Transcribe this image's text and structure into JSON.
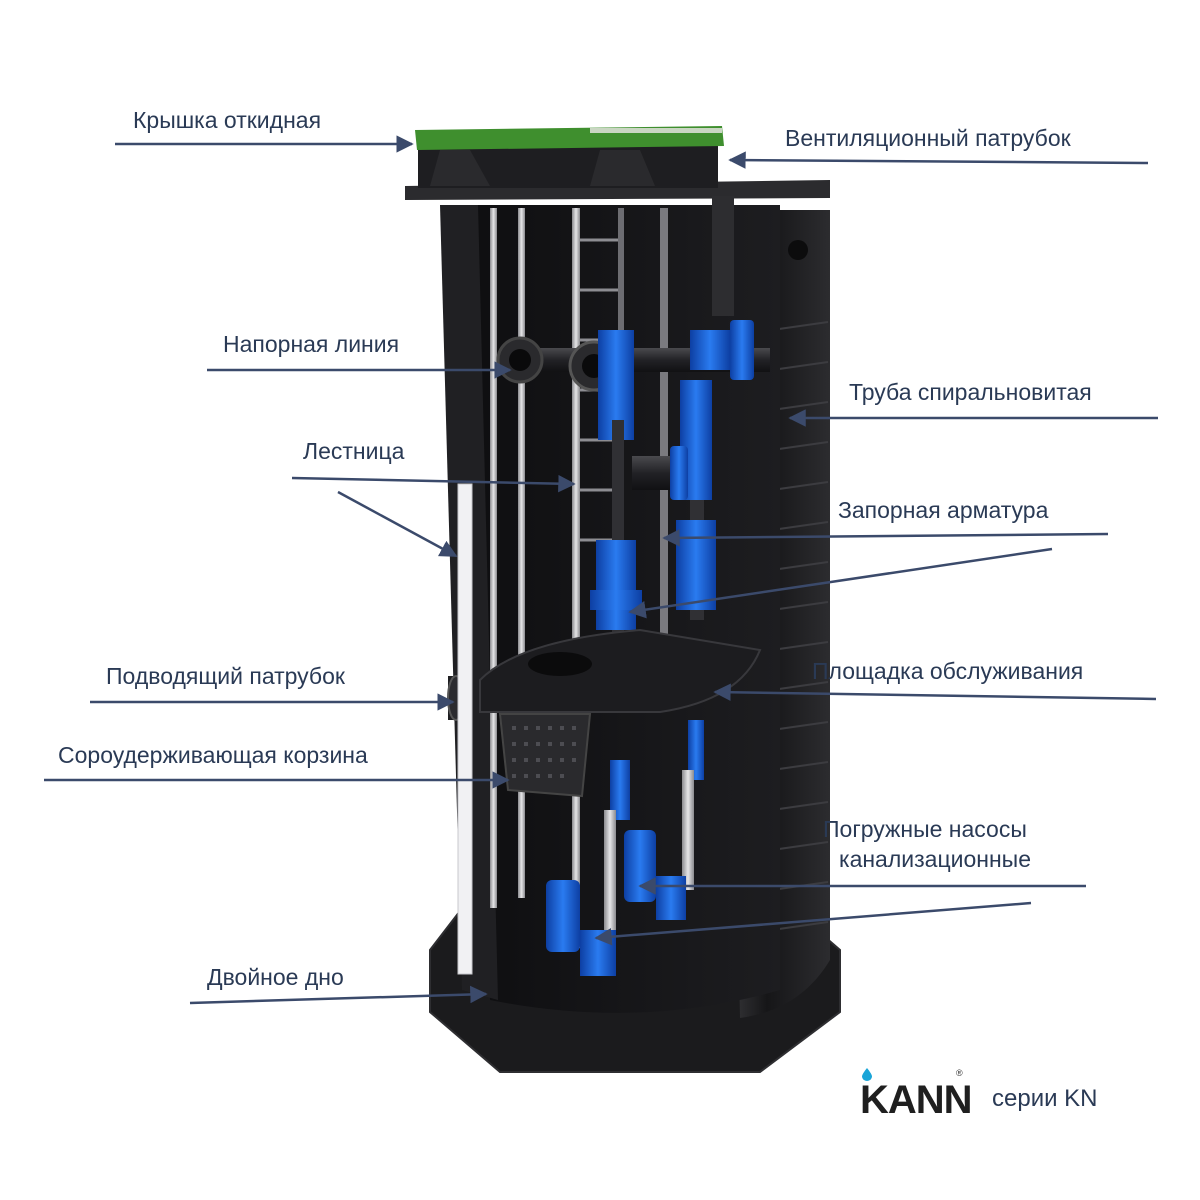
{
  "labels": {
    "cover": "Крышка откидная",
    "vent": "Вентиляционный патрубок",
    "pressure_line": "Напорная линия",
    "spiral_pipe": "Труба спиральновитая",
    "ladder": "Лестница",
    "valves": "Запорная арматура",
    "inlet": "Подводящий патрубок",
    "platform": "Площадка обслуживания",
    "basket": "Сороудерживающая корзина",
    "pumps_line1": "Погружные насосы",
    "pumps_line2": "канализационные",
    "double_bottom": "Двойное дно"
  },
  "brand": {
    "name": "KANN",
    "registered": "®",
    "series": "серии KN"
  },
  "colors": {
    "label_text": "#2a3a55",
    "arrow": "#3b4a6b",
    "tank_body": "#1c1c1e",
    "lid_green": "#3f8f2e",
    "pump_blue": "#1f63d6",
    "pipe_dark": "#2b2b2e"
  }
}
